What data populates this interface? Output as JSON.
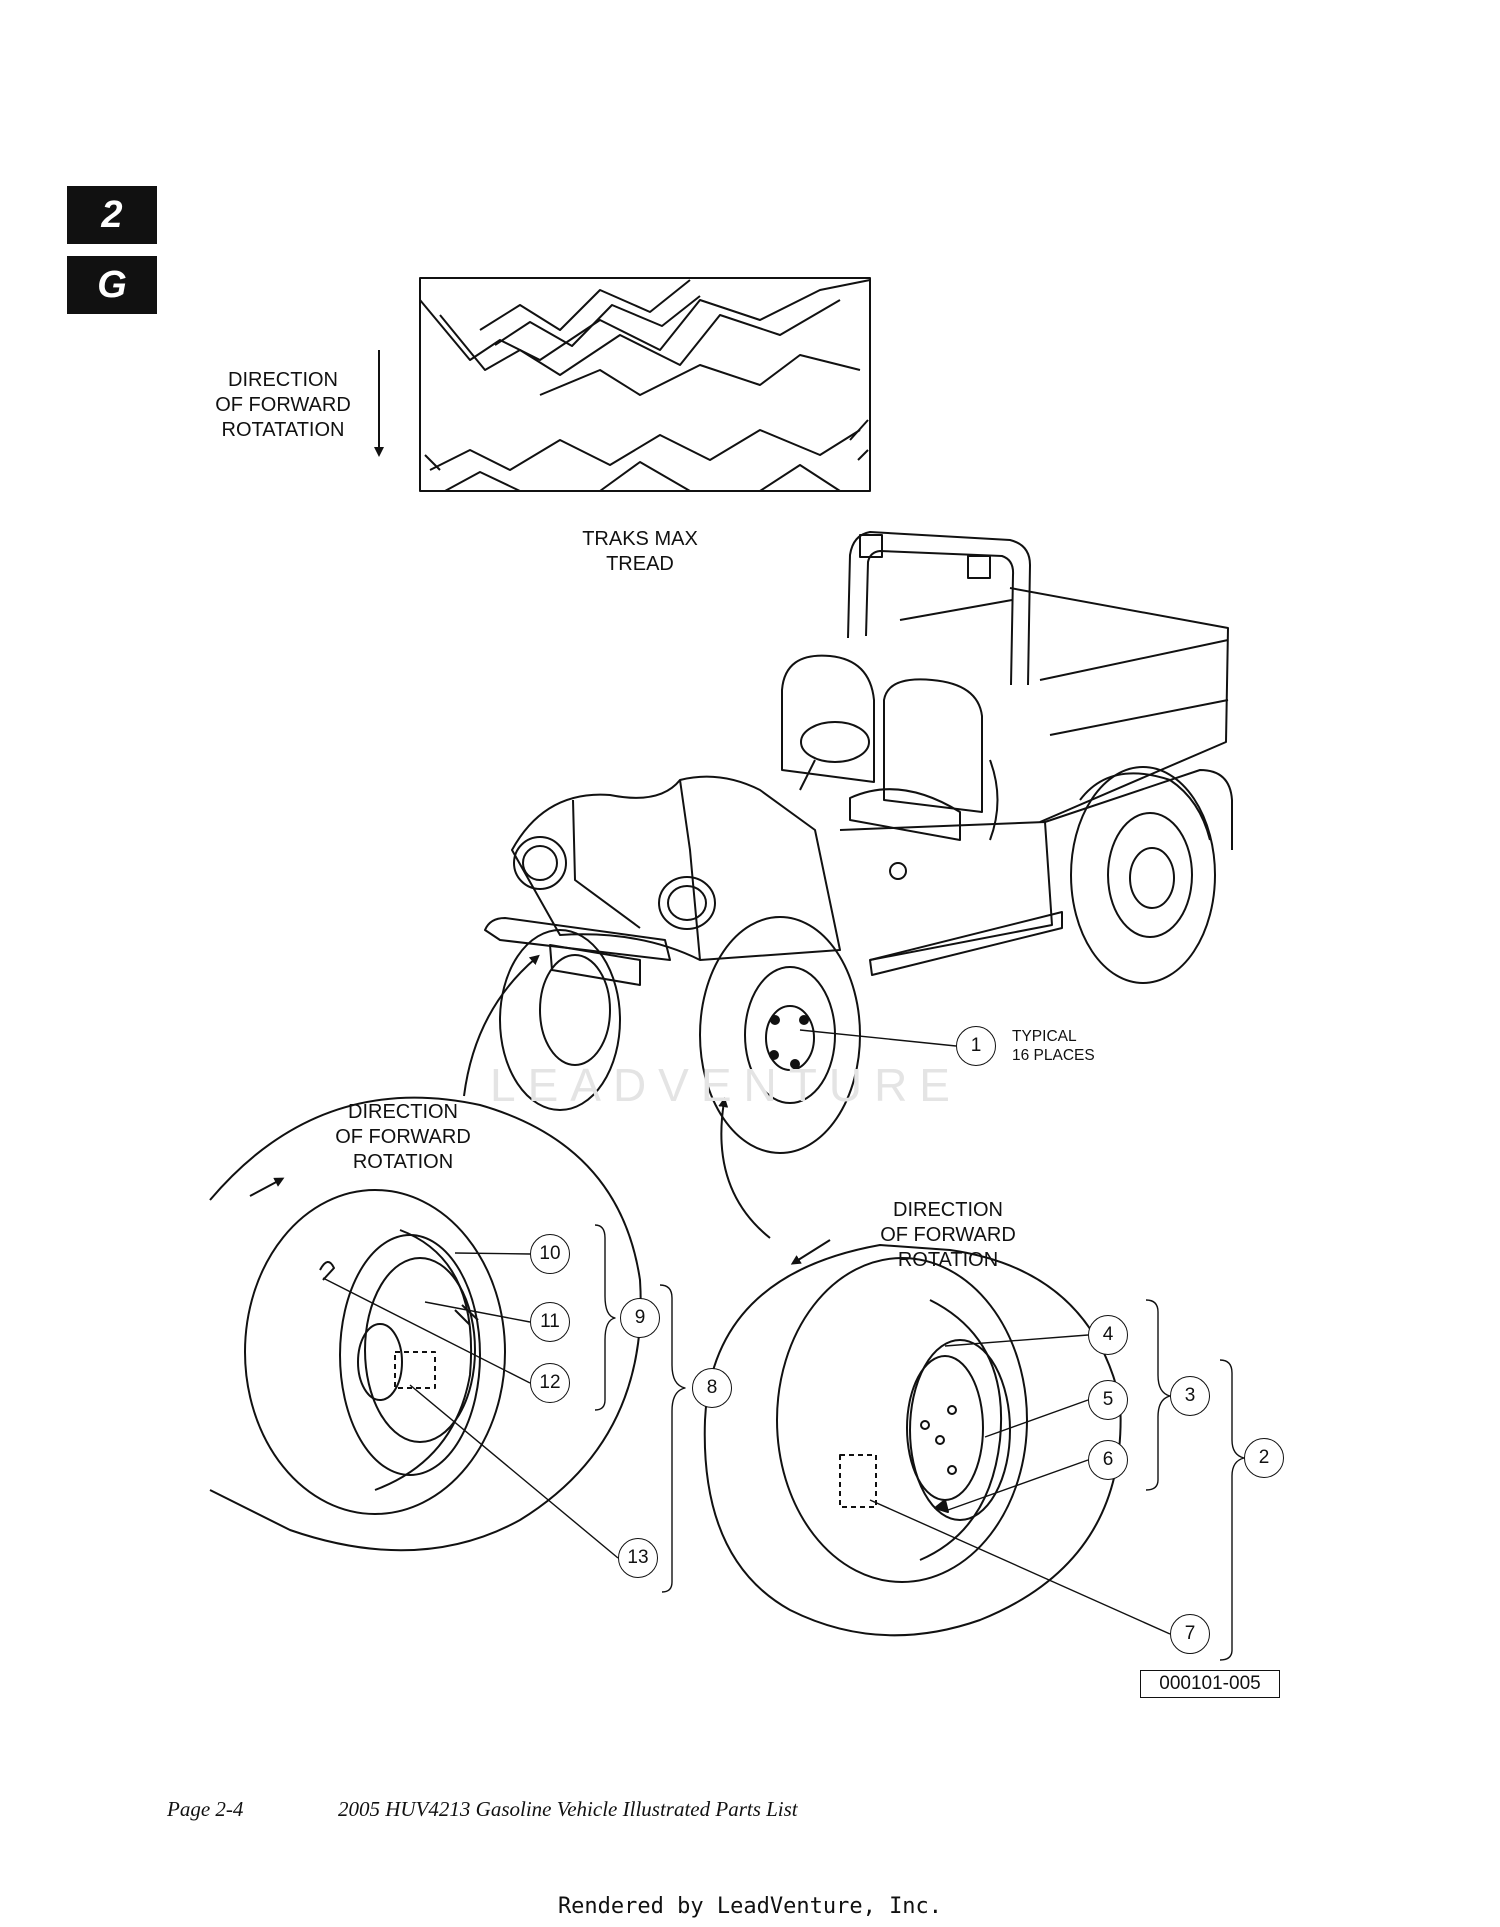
{
  "section_tabs": {
    "number": "2",
    "letter": "G"
  },
  "tread": {
    "direction_label": [
      "DIRECTION",
      "OF FORWARD",
      "ROTATATION"
    ],
    "name": [
      "TRAKS MAX",
      "TREAD"
    ]
  },
  "rotation_left": [
    "DIRECTION",
    "OF FORWARD",
    "ROTATION"
  ],
  "rotation_right": [
    "DIRECTION",
    "OF FORWARD",
    "ROTATION"
  ],
  "typical_note": [
    "TYPICAL",
    "16 PLACES"
  ],
  "callouts": [
    "1",
    "2",
    "3",
    "4",
    "5",
    "6",
    "7",
    "8",
    "9",
    "10",
    "11",
    "12",
    "13"
  ],
  "figure_number": "000101-005",
  "watermark": "LEADVENTURE",
  "footer": {
    "page": "Page 2-4",
    "title": "2005 HUV4213 Gasoline Vehicle Illustrated Parts List"
  },
  "rendered_by": "Rendered by LeadVenture, Inc."
}
